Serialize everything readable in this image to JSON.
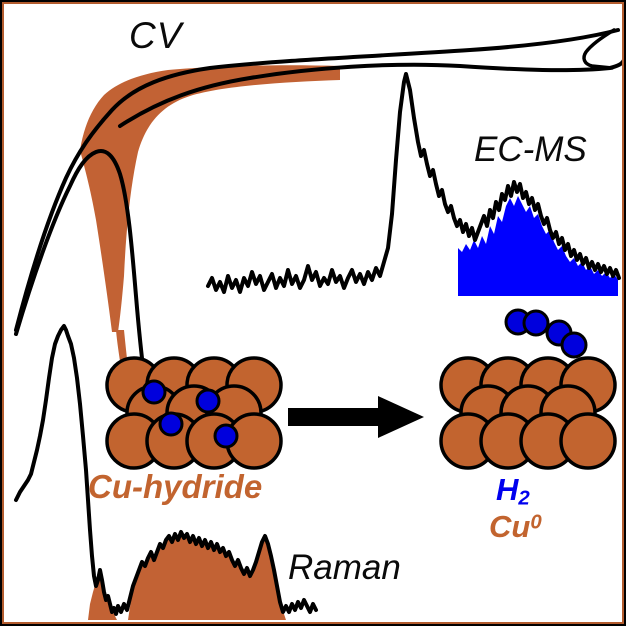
{
  "figure": {
    "title": "Cu-hydride to Cu0 + H2 graphical abstract",
    "background_color": "#ffffff",
    "border_outer_color": "#000000",
    "border_inner_color": "#b35c2e",
    "copper_color": "#c2642f",
    "copper_fill_color": "#c26234",
    "hydrogen_color": "#0000ff",
    "trace_color": "#000000"
  },
  "labels": {
    "cv": "CV",
    "ecms": "EC-MS",
    "raman": "Raman",
    "cu_hydride": "Cu-hydride",
    "h2_symbol": "H",
    "h2_subscript": "2",
    "cu0_symbol": "Cu",
    "cu0_superscript": "0"
  },
  "schematic": {
    "arrow": "reaction-arrow-right",
    "left_lattice_name": "Cu-hydride lattice",
    "right_lattice_name": "metallic Cu lattice",
    "left_lattice": {
      "cu_atom_count": 11,
      "h_atom_count": 4,
      "rows": [
        {
          "name": "top-row",
          "count": 4
        },
        {
          "name": "middle-row",
          "count": 3
        },
        {
          "name": "bottom-row",
          "count": 4
        }
      ]
    },
    "right_lattice": {
      "cu_atom_count": 11,
      "h_atom_count": 0,
      "rows": [
        {
          "name": "top-row",
          "count": 4
        },
        {
          "name": "middle-row",
          "count": 3
        },
        {
          "name": "bottom-row",
          "count": 4
        }
      ]
    },
    "h2_molecules": [
      {
        "name": "h2-molecule-1",
        "orientation": "horizontal"
      },
      {
        "name": "h2-molecule-2",
        "orientation": "diagonal"
      }
    ]
  },
  "chart_data": [
    {
      "type": "line",
      "name": "cyclic-voltammogram",
      "title": "CV",
      "xlabel": "",
      "ylabel": "",
      "grid": false,
      "legend": "none",
      "shaded_region": {
        "label": "Cu-hydride reduction charge",
        "color": "#c26234",
        "between_series": [
          "reverse-sweep",
          "forward-sweep"
        ]
      },
      "series": [
        {
          "name": "forward-sweep",
          "x": [
            14,
            30,
            48,
            66,
            82,
            95,
            104,
            112,
            120,
            128,
            138,
            150,
            166,
            186,
            214,
            250,
            300,
            360,
            430,
            500,
            560,
            600,
            620
          ],
          "y": [
            328,
            272,
            228,
            192,
            168,
            156,
            152,
            155,
            172,
            210,
            262,
            300,
            322,
            330,
            329,
            323,
            316,
            308,
            300,
            292,
            287,
            284,
            283
          ]
        },
        {
          "name": "reverse-sweep",
          "x": [
            14,
            30,
            48,
            66,
            84,
            100,
            118,
            140,
            170,
            210,
            260,
            320,
            380,
            430,
            470,
            510,
            545,
            575,
            600,
            618
          ],
          "y": [
            330,
            270,
            224,
            186,
            156,
            134,
            114,
            98,
            86,
            78,
            73,
            70,
            66,
            58,
            48,
            40,
            36,
            38,
            46,
            55
          ]
        }
      ]
    },
    {
      "type": "line",
      "name": "ec-ms-trace",
      "title": "EC-MS",
      "xlabel": "",
      "ylabel": "",
      "grid": false,
      "legend": "none",
      "baseline_y": 296,
      "shaded_region": {
        "label": "H2 evolution signal",
        "color": "#0000ff",
        "x_start": 458,
        "x_end": 618
      },
      "features": [
        {
          "name": "noise-baseline",
          "x_start": 208,
          "x_end": 378,
          "level": 278
        },
        {
          "name": "sharp-peak",
          "x": 406,
          "y": 74
        },
        {
          "name": "broad-h2-peak",
          "x": 512,
          "y": 196
        }
      ]
    },
    {
      "type": "line",
      "name": "raman-spectrum",
      "title": "Raman",
      "xlabel": "",
      "ylabel": "",
      "grid": false,
      "legend": "none",
      "baseline_y": 620,
      "shaded_region": {
        "label": "Cu-hydride Raman bands",
        "color": "#c26234"
      },
      "features": [
        {
          "name": "main-sharp-peak",
          "x": 66,
          "y": 330
        },
        {
          "name": "small-band",
          "x_start": 88,
          "x_end": 118,
          "y": 580
        },
        {
          "name": "broad-band",
          "x_start": 130,
          "x_end": 285,
          "y": 540
        }
      ]
    }
  ]
}
